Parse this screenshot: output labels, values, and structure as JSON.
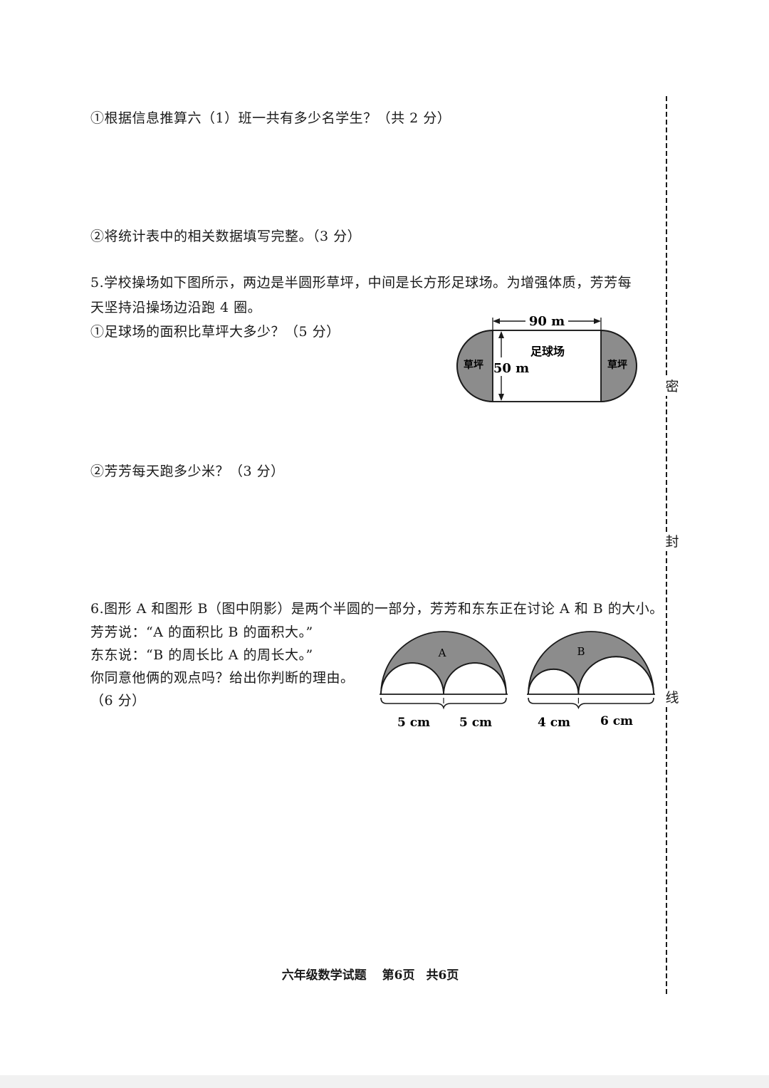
{
  "q4": {
    "sub1": "①根据信息推算六（1）班一共有多少名学生？（共 2 分）",
    "sub2": "②将统计表中的相关数据填写完整。（3 分）"
  },
  "q5": {
    "stem_line1": "5.学校操场如下图所示，两边是半圆形草坪，中间是长方形足球场。为增强体质，芳芳每",
    "stem_line2": "天坚持沿操场边沿跑 4 圈。",
    "sub1": "①足球场的面积比草坪大多少？（5 分）",
    "sub2": "②芳芳每天跑多少米？（3 分）",
    "figure": {
      "length_label": "90 m",
      "width_label": "50 m",
      "field_label": "足球场",
      "lawn_label": "草坪"
    }
  },
  "q6": {
    "stem": "6.图形 A 和图形 B（图中阴影）是两个半圆的一部分，芳芳和东东正在讨论 A 和 B 的大小。",
    "fangfang": "芳芳说：“A 的面积比 B 的面积大。”",
    "dongdong": "东东说：“B 的周长比 A 的周长大。”",
    "question": "你同意他俩的观点吗？给出你判断的理由。",
    "points": "（6 分）",
    "figure_a": {
      "label": "A",
      "left_len": "5 cm",
      "right_len": "5 cm"
    },
    "figure_b": {
      "label": "B",
      "left_len": "4 cm",
      "right_len": "6 cm"
    }
  },
  "seal": {
    "char1": "密",
    "char2": "封",
    "char3": "线"
  },
  "footer": {
    "title": "六年级数学试题",
    "page": "第6页",
    "total": "共6页"
  },
  "colors": {
    "shade": "#8c8c8c",
    "ink": "#1a1a1a"
  }
}
